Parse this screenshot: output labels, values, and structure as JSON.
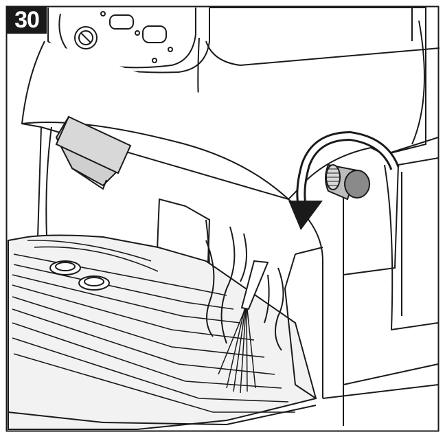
{
  "step": {
    "number": "30"
  },
  "colors": {
    "line": "#1a1a1a",
    "panel_fill": "#ffffff",
    "drip_tray_fill": "#e6e6e6",
    "button_fill": "#cfcfcf",
    "knob_fill": "#8a8a8a",
    "arrow_fill": "#1a1a1a"
  },
  "icons": {
    "rotation_arrow": "curved-arrow-counterclockwise",
    "steam_knob": "knob",
    "steam_wand": "steam-nozzle"
  }
}
